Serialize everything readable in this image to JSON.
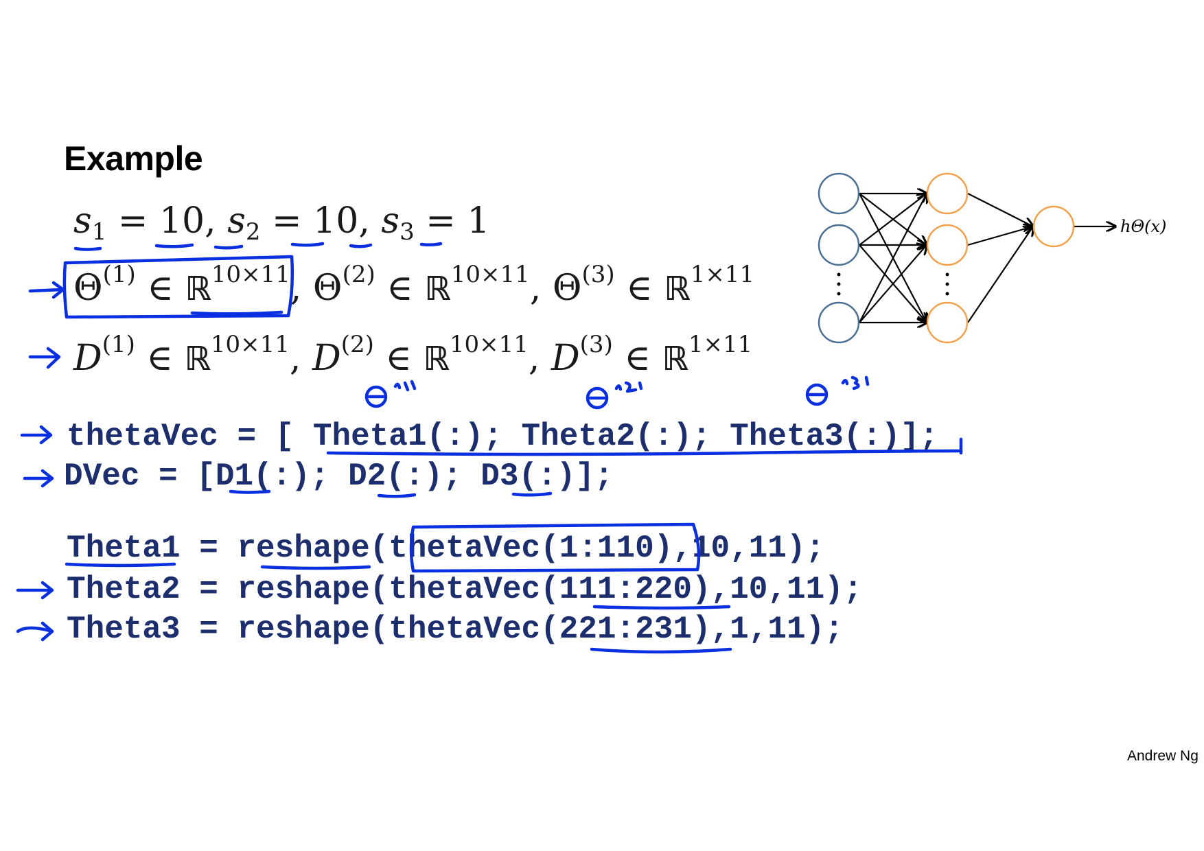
{
  "slide": {
    "title": "Example",
    "credit": "Andrew Ng",
    "layer_sizes": {
      "s1": "10",
      "s2": "10",
      "s3": "1"
    },
    "theta_dims": {
      "theta1": "10×11",
      "theta2": "10×11",
      "theta3": "1×11"
    },
    "d_dims": {
      "d1": "10×11",
      "d2": "10×11",
      "d3": "1×11"
    },
    "code_lines": [
      "thetaVec = [ Theta1(:); Theta2(:); Theta3(:)];",
      "DVec = [D1(:); D2(:); D3(:)];",
      "Theta1 = reshape(thetaVec(1:110),10,11);",
      "Theta2 = reshape(thetaVec(111:220),10,11);",
      "Theta3 = reshape(thetaVec(221:231),1,11);"
    ],
    "network": {
      "output_label": "hΘ(x)",
      "input_color": "#4a6f94",
      "hidden_color": "#f2a14a",
      "output_color": "#f2a14a"
    },
    "annotation_color": "#0a2fe0"
  }
}
